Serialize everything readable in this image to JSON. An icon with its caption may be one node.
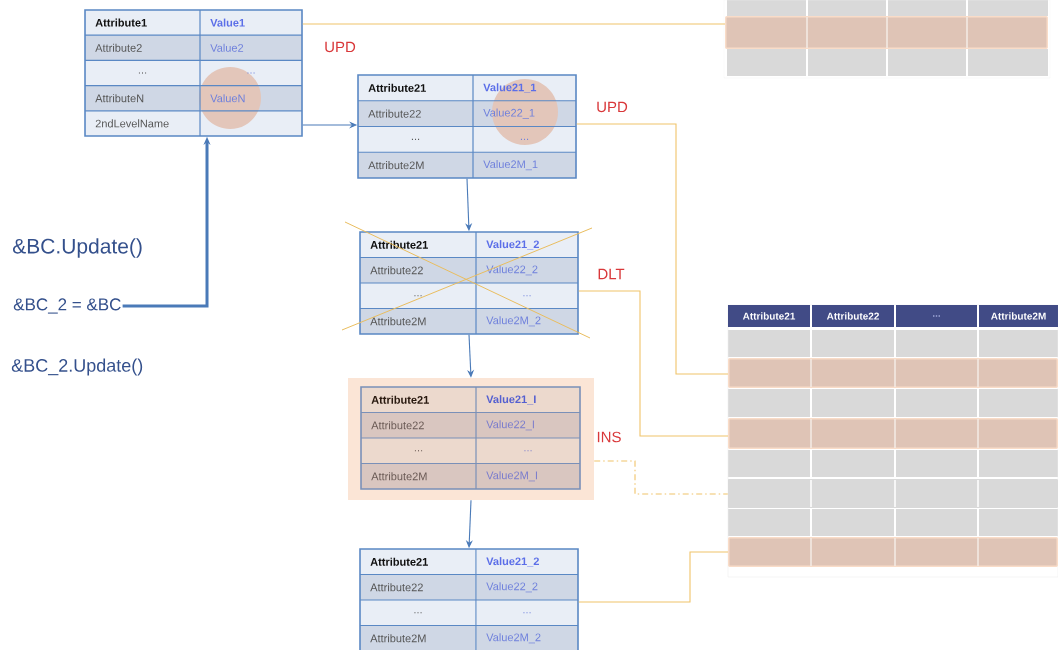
{
  "diagram": {
    "nodes": [
      {
        "text": [
          "Attribute1",
          "Value1",
          "Attribute2",
          "Value2",
          "...",
          "...",
          "AttributeN",
          "ValueN",
          "2ndLevelName"
        ]
      },
      {
        "text": [
          "Attribute21",
          "Value21_1",
          "Attribute22",
          "Value22_1",
          "...",
          "...",
          "Attribute2M",
          "Value2M_1"
        ]
      },
      {
        "text": [
          "Attribute21",
          "Value21_2",
          "Attribute22",
          "Value22_2",
          "...",
          "...",
          "Attribute2M",
          "Value2M_2"
        ]
      },
      {
        "text": [],
        "shape": "box"
      },
      {
        "text": [
          "Attribute21",
          "Value21_I",
          "Attribute22",
          "Value22_I",
          "...",
          "...",
          "Attribute2M",
          "Value2M_I"
        ],
        "in": 3
      },
      {
        "text": [
          "Attribute21",
          "Value21_2",
          "Attribute22",
          "Value22_2",
          "...",
          "...",
          "Attribute2M",
          "Value2M_2"
        ]
      },
      {
        "text": [],
        "shape": "box"
      },
      {
        "text": [],
        "shape": "bar",
        "in": 6
      },
      {
        "text": [
          "Attribute21",
          "Attribute22",
          "...",
          "Attribute2M"
        ]
      },
      {
        "text": [],
        "shape": "bar",
        "in": 8
      },
      {
        "text": [],
        "shape": "bar",
        "in": 8
      },
      {
        "text": [],
        "shape": "bar",
        "in": 8
      },
      {
        "text": [],
        "shape": "bar",
        "in": 8
      },
      {
        "text": [
          "&BC_2 = &BC"
        ]
      }
    ],
    "edges": [
      {
        "from": 0,
        "to": 1,
        "arrow": "to"
      },
      {
        "from": 1,
        "to": 2,
        "arrow": "to"
      },
      {
        "from": 2,
        "to": 3,
        "arrow": "to"
      },
      {
        "from": 3,
        "to": 5,
        "arrow": "to"
      },
      {
        "from": 13,
        "to": 0,
        "arrow": "to",
        "style": "thick"
      },
      {
        "from": 0,
        "to": 7,
        "arrow": "none",
        "label": "UPD",
        "color": "#f0c46a"
      },
      {
        "from": 1,
        "to": 9,
        "arrow": "none",
        "label": "UPD",
        "color": "#f0c46a"
      },
      {
        "from": 2,
        "to": 10,
        "arrow": "none",
        "label": "DLT",
        "color": "#f0c46a"
      },
      {
        "from": 3,
        "to": 11,
        "arrow": "none",
        "label": "INS",
        "color": "#f0c46a",
        "style": "dashed"
      },
      {
        "from": 5,
        "to": 12,
        "arrow": "none",
        "color": "#f0c46a"
      }
    ],
    "labels": [
      "&BC.Update()",
      "&BC_2.Update()"
    ]
  }
}
